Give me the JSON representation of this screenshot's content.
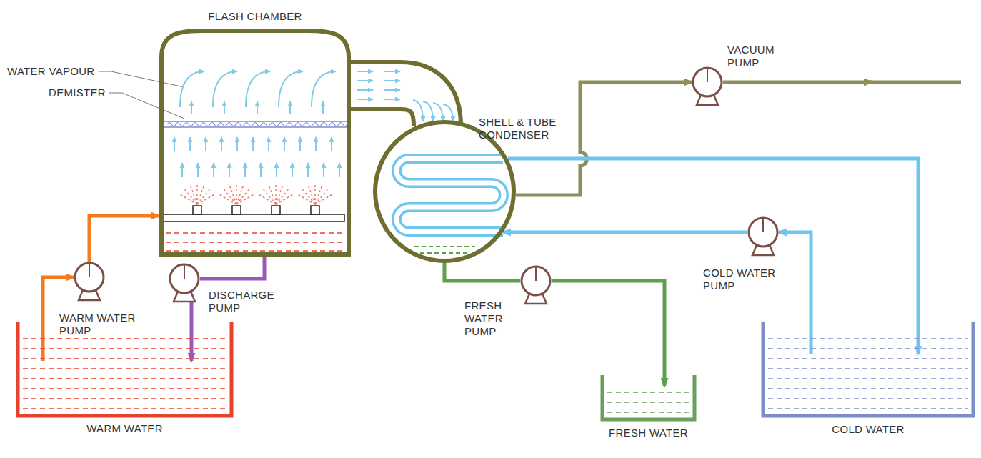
{
  "diagram": {
    "nodes": [
      {
        "text": [
          "FLASH CHAMBER"
        ]
      },
      {
        "text": [
          "SHELL & TUBE CONDENSER"
        ]
      },
      {
        "text": [
          "VACUUM PUMP"
        ]
      },
      {
        "text": [
          "WARM WATER PUMP"
        ]
      },
      {
        "text": [
          "DISCHARGE PUMP"
        ]
      },
      {
        "text": [
          "FRESH WATER PUMP"
        ]
      },
      {
        "text": [
          "COLD WATER PUMP"
        ]
      },
      {
        "text": [
          "WARM WATER"
        ]
      },
      {
        "text": [
          "FRESH WATER"
        ]
      },
      {
        "text": [
          "COLD WATER"
        ]
      }
    ],
    "edges": [
      {
        "from": 7,
        "to": 3,
        "arrow": "to"
      },
      {
        "from": 3,
        "to": 0,
        "arrow": "to"
      },
      {
        "from": 0,
        "to": 4,
        "arrow": "none"
      },
      {
        "from": 4,
        "to": 7,
        "arrow": "to"
      },
      {
        "from": 0,
        "to": 1,
        "arrow": "none"
      },
      {
        "from": 1,
        "to": 2,
        "arrow": "to"
      },
      {
        "from": 1,
        "to": 5,
        "arrow": "none"
      },
      {
        "from": 5,
        "to": 8,
        "arrow": "to"
      },
      {
        "from": 9,
        "to": 6,
        "arrow": "to"
      },
      {
        "from": 6,
        "to": 1,
        "arrow": "to"
      },
      {
        "from": 1,
        "to": 9,
        "arrow": "to"
      }
    ],
    "labels": [
      "WATER VAPOUR",
      "DEMISTER"
    ]
  }
}
